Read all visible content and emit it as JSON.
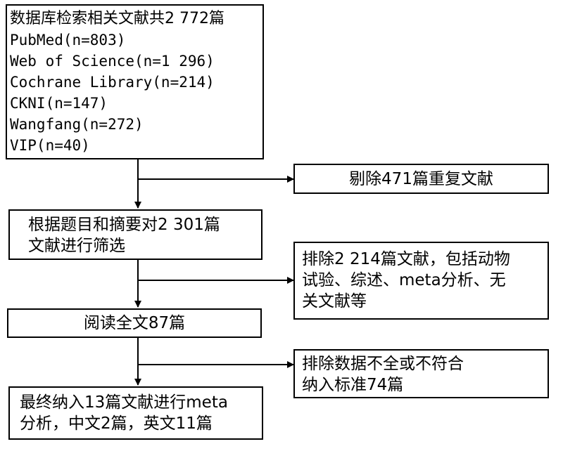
{
  "boxes": {
    "search": {
      "title": "数据库检索相关文献共2 772篇",
      "lines": [
        "PubMed(n=803)",
        "Web of Science(n=1 296)",
        "Cochrane Library(n=214)",
        "CKNI(n=147)",
        "Wangfang(n=272)",
        "VIP(n=40)"
      ]
    },
    "duplicates": {
      "text": "剔除471篇重复文献"
    },
    "screen": {
      "lines": [
        "根据题目和摘要对2 301篇",
        "文献进行筛选"
      ]
    },
    "exclude1": {
      "lines": [
        "排除2 214篇文献，包括动物",
        "试验、综述、meta分析、无",
        "关文献等"
      ]
    },
    "fulltext": {
      "text": "阅读全文87篇"
    },
    "exclude2": {
      "lines": [
        "排除数据不全或不符合",
        "纳入标准74篇"
      ]
    },
    "final": {
      "lines": [
        "最终纳入13篇文献进行meta",
        "分析，中文2篇，英文11篇"
      ]
    }
  }
}
